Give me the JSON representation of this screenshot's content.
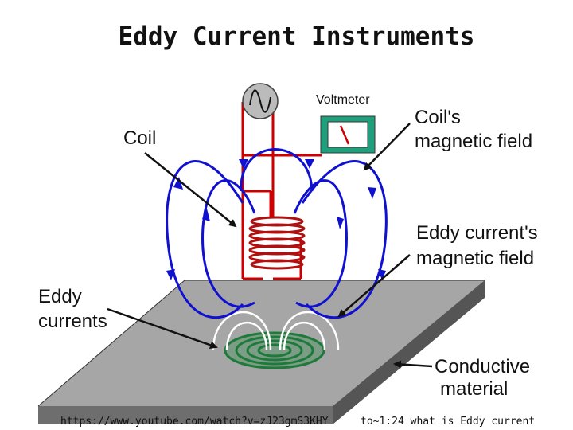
{
  "title": "Eddy Current Instruments",
  "labels": {
    "voltmeter": "Voltmeter",
    "coil": "Coil",
    "coil_field_line1": "Coil's",
    "coil_field_line2": "magnetic field",
    "eddy_field_line1": "Eddy current's",
    "eddy_field_line2": "magnetic field",
    "eddy_currents_line1": "Eddy",
    "eddy_currents_line2": "currents",
    "conductive_line1": "Conductive",
    "conductive_line2": "material"
  },
  "source": {
    "url": "https://www.youtube.com/watch?v=zJ23gmS3KHY",
    "note": "to~1:24 what is Eddy current"
  },
  "colors": {
    "field_lines": "#1010d0",
    "coil": "#b01010",
    "circuit": "#cc0000",
    "eddy_currents": "#1e7a3a",
    "plate_top": "#a6a6a6",
    "plate_side": "#6e6e6e",
    "voltmeter_body": "#1fa07c"
  },
  "icons": [
    "ac-source-icon",
    "voltmeter-icon"
  ]
}
